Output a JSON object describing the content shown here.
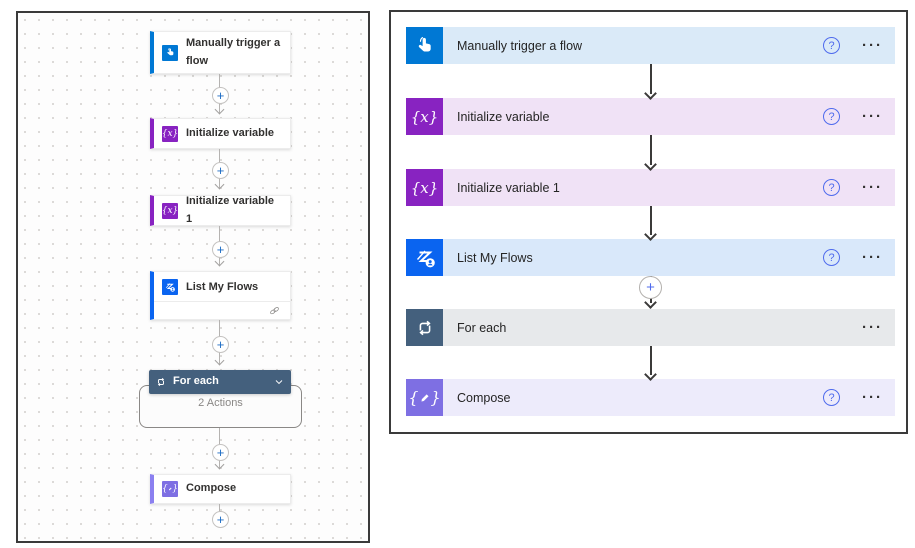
{
  "colors": {
    "trigger_blue": "#0078d4",
    "variable_purple": "#8823c1",
    "flows_blue": "#0a64f0",
    "foreach_slate": "#44607d",
    "compose_purple": "#7e6fe3",
    "trigger_row_bg": "#daeaf8",
    "variable_row_bg": "#f0e2f6",
    "flows_row_bg": "#d9e8fa",
    "foreach_row_bg": "#e7e9eb",
    "compose_row_bg": "#edebfb"
  },
  "canvas": {
    "nodes": [
      {
        "label": "Manually trigger a flow"
      },
      {
        "label": "Initialize variable"
      },
      {
        "label": "Initialize variable 1"
      },
      {
        "label": "List My Flows"
      },
      {
        "label": "For each",
        "summary": "2 Actions"
      },
      {
        "label": "Compose"
      }
    ],
    "plus": "+",
    "variable_icon_text": "{x}",
    "brace_left": "{",
    "brace_right": "}"
  },
  "list": {
    "rows": [
      {
        "label": "Manually trigger a flow"
      },
      {
        "label": "Initialize variable"
      },
      {
        "label": "Initialize variable 1"
      },
      {
        "label": "List My Flows"
      },
      {
        "label": "For each"
      },
      {
        "label": "Compose"
      }
    ],
    "plus": "+",
    "help": "?",
    "menu": "···"
  }
}
